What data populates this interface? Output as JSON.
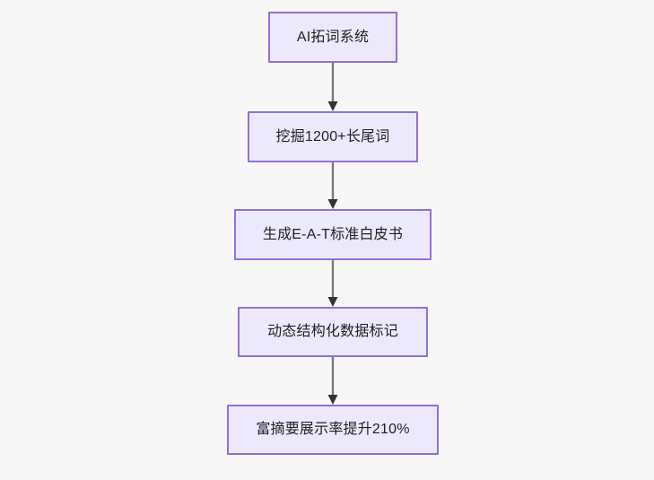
{
  "diagram": {
    "type": "flowchart",
    "direction": "top-to-bottom",
    "background_color": "#f7f7f7",
    "node_fill_color": "#ece9fc",
    "node_border_color": "#9370db",
    "node_text_color": "#1f2020",
    "edge_color": "#7a7a7a",
    "nodes": [
      {
        "id": "n1",
        "label": "AI拓词系统"
      },
      {
        "id": "n2",
        "label": "挖掘1200+长尾词"
      },
      {
        "id": "n3",
        "label": "生成E-A-T标准白皮书"
      },
      {
        "id": "n4",
        "label": "动态结构化数据标记"
      },
      {
        "id": "n5",
        "label": "富摘要展示率提升210%"
      }
    ],
    "edges": [
      {
        "from": "n1",
        "to": "n2",
        "label": ""
      },
      {
        "from": "n2",
        "to": "n3",
        "label": ""
      },
      {
        "from": "n3",
        "to": "n4",
        "label": ""
      },
      {
        "from": "n4",
        "to": "n5",
        "label": ""
      }
    ]
  }
}
